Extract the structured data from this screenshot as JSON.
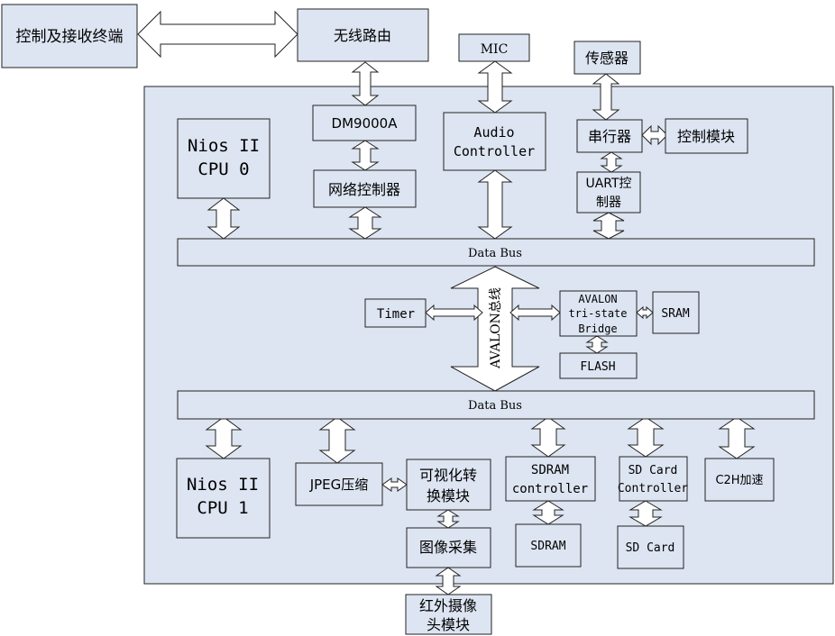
{
  "colors": {
    "box_fill": "#dde5f2",
    "stroke": "#222222",
    "page_bg": "#ffffff"
  },
  "blocks": {
    "control_terminal": "控制及接收终端",
    "wireless_router": "无线路由",
    "mic": "MIC",
    "sensor": "传感器",
    "dm9000a": "DM9000A",
    "network_controller": "网络控制器",
    "nios_cpu0": [
      "Nios II",
      "CPU 0"
    ],
    "audio_controller": [
      "Audio",
      "Controller"
    ],
    "serial": "串行器",
    "control_module": "控制模块",
    "uart_controller": [
      "UART控",
      "制器"
    ],
    "data_bus_top": "Data Bus",
    "avalon_bus": "AVALON总线",
    "timer": "Timer",
    "tristate_bridge": [
      "AVALON",
      "tri-state",
      "Bridge"
    ],
    "sram": "SRAM",
    "flash": "FLASH",
    "data_bus_bottom": "Data Bus",
    "nios_cpu1": [
      "Nios II",
      "CPU 1"
    ],
    "jpeg": "JPEG压缩",
    "visual_convert": [
      "可视化转",
      "换模块"
    ],
    "sdram_controller": [
      "SDRAM",
      "controller"
    ],
    "sd_card_controller": [
      "SD Card",
      "Controller"
    ],
    "c2h": "C2H加速",
    "image_capture": "图像采集",
    "sdram": "SDRAM",
    "sd_card": "SD Card",
    "ir_camera": [
      "红外摄像",
      "头模块"
    ]
  }
}
